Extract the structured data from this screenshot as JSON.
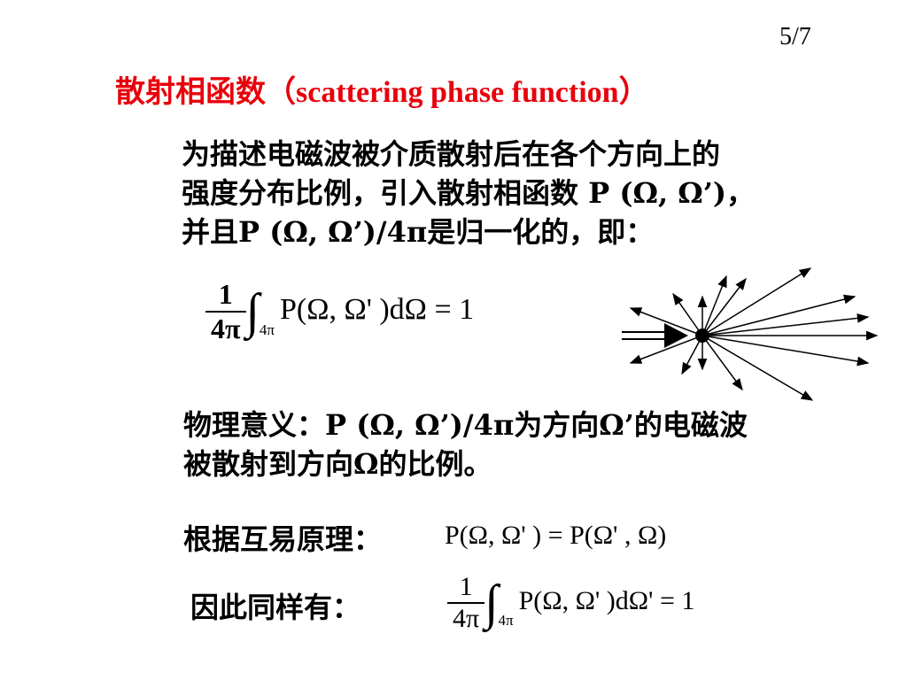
{
  "page_number": "5/7",
  "title": {
    "zh": "散射相函数（",
    "en": "scattering phase function",
    "close": "）"
  },
  "paragraph1": {
    "line1": "为描述电磁波被介质散射后在各个方向上的",
    "line2": "强度分布比例，引入散射相函数 P (Ω, Ω’)，",
    "line3": "并且P (Ω, Ω’)/4π是归一化的，即："
  },
  "equation1": {
    "numerator": "1",
    "denominator": "4π",
    "integral": "∫",
    "subscript": "4π",
    "body": "P(Ω, Ω' )dΩ = 1"
  },
  "paragraph2": {
    "line1": "物理意义：P (Ω, Ω’)/4π为方向Ω’的电磁波",
    "line2": "被散射到方向Ω的比例。"
  },
  "reciprocity": {
    "label": "根据互易原理：",
    "equation": "P(Ω, Ω' ) = P(Ω' , Ω)"
  },
  "therefore": {
    "label": "因此同样有：",
    "numerator": "1",
    "denominator": "4π",
    "integral": "∫",
    "subscript": "4π",
    "body": "P(Ω, Ω' )dΩ' = 1"
  },
  "colors": {
    "title": "#e8000b",
    "text": "#000000",
    "background": "#ffffff"
  }
}
